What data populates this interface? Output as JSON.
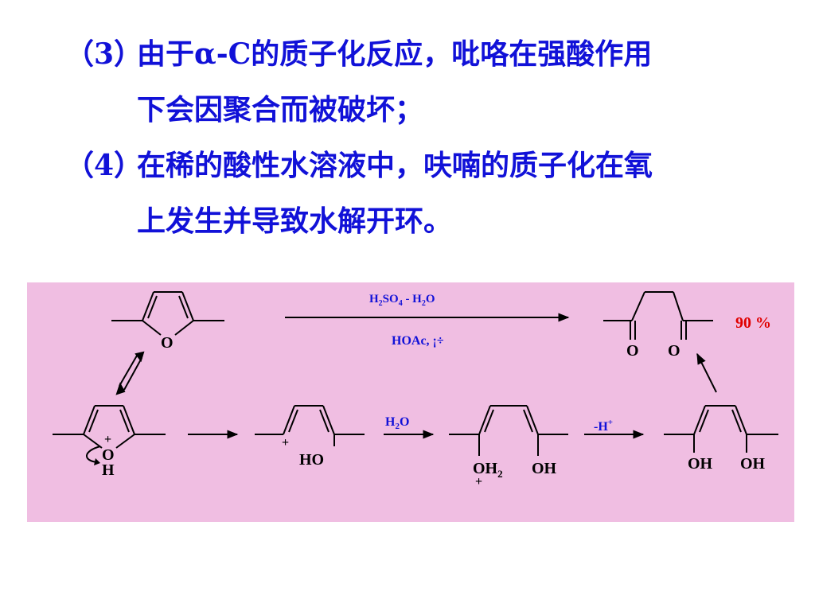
{
  "text": {
    "line1_num": "（3）",
    "line1_text": "由于α-C的质子化反应，吡咯在强酸作用",
    "line2_text": "下会因聚合而被破坏；",
    "line3_num": "（4）",
    "line3_text": "在稀的酸性水溶液中，呋喃的质子化在氧",
    "line4_text": "上发生并导致水解开环。"
  },
  "scheme": {
    "reagent_top_1": "H",
    "reagent_top_2": "2",
    "reagent_top_3": "SO",
    "reagent_top_4": "4",
    "reagent_top_5": " - H",
    "reagent_top_6": "2",
    "reagent_top_7": "O",
    "reagent_bottom": "HOAc, ¡÷",
    "yield": "90 %",
    "ketone_o1": "O",
    "ketone_o2": "O",
    "furan_o": "O",
    "oxonium_plus": "+",
    "oxonium_o": "O",
    "oxonium_h": "H",
    "cation_plus": "+",
    "cation_ho": "HO",
    "water_1": "H",
    "water_2": "2",
    "water_3": "O",
    "oh2_o": "OH",
    "oh2_sub": "2",
    "oh2_plus": "+",
    "oh_a": "OH",
    "minus_h_1": "-H",
    "minus_h_2": "+",
    "enol_oh1": "OH",
    "enol_oh2": "OH"
  },
  "colors": {
    "text_blue": "#1111d8",
    "box_pink": "#f0bee2",
    "yield_red": "#e00000",
    "structure_black": "#000000"
  }
}
